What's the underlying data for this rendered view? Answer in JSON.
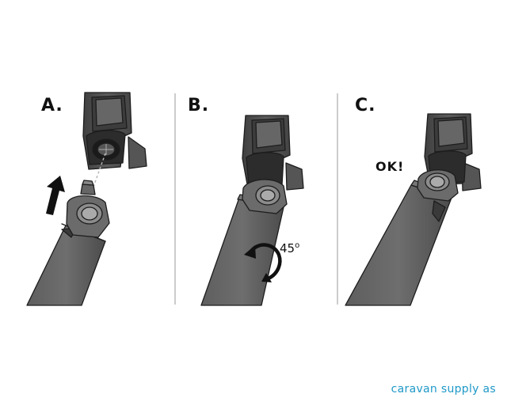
{
  "steps": [
    {
      "label": "A."
    },
    {
      "label": "B."
    },
    {
      "label": "C."
    }
  ],
  "rotation_text": "45",
  "rotation_unit": "o",
  "confirmation_text": "OK!",
  "brand": "caravan supply as",
  "colors": {
    "part_dark": "#4e4e4e",
    "part_mid": "#6a6a6a",
    "part_light": "#8c8c8c",
    "outline": "#1d1d1d",
    "divider": "#bcbcbc",
    "brand": "#1f98c8"
  },
  "icons": [
    "up-arrow-icon",
    "rotate-arrow-icon"
  ]
}
